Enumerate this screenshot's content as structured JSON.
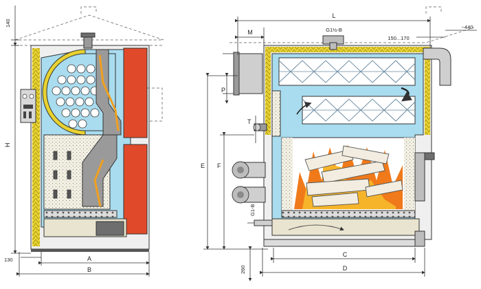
{
  "labels": {
    "h_140": "140",
    "h_H": "H",
    "h_130": "130",
    "h_A": "A",
    "h_B": "B",
    "s_L": "L",
    "s_M": "M",
    "s_G1half": "G1½-B",
    "s_150_170": "150...170",
    "s_440": "~440",
    "s_P": "P",
    "s_T": "T",
    "s_E": "E",
    "s_F": "F",
    "s_G1": "G1-B",
    "s_260": "260",
    "s_C": "C",
    "s_D": "D"
  },
  "colors": {
    "water": "#a9dcef",
    "insulation": "#e8d230",
    "refractory": "#e04a2a",
    "steel": "#9a9a9a",
    "dark_steel": "#6e6e6e",
    "flame": "#f07a1a",
    "ash": "#e9e4cf"
  }
}
